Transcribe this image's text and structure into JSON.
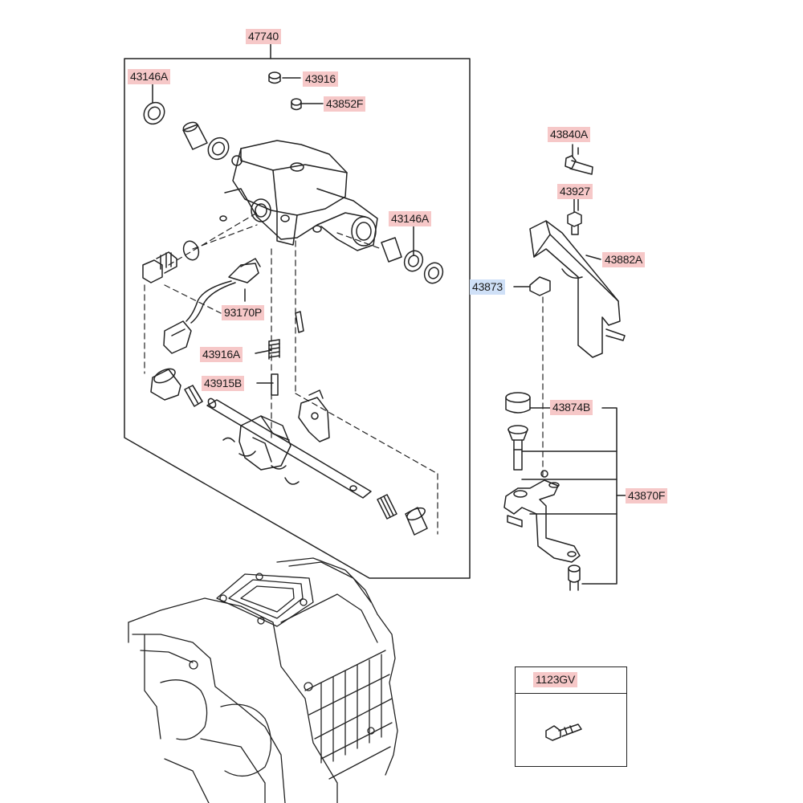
{
  "diagram": {
    "line_color": "#222222",
    "label_fill": "#f6c8c8",
    "label_fill_selected": "#cfe0f7",
    "labels": {
      "assembly_47740": "47740",
      "seal_43146A_top": "43146A",
      "nut_43916": "43916",
      "plug_43852F": "43852F",
      "seal_43146A_right": "43146A",
      "sensor_93170P": "93170P",
      "spring_43916A": "43916A",
      "pin_43915B": "43915B",
      "bolt_43840A": "43840A",
      "bolt_43927": "43927",
      "lever_43882A": "43882A",
      "part_43873": "43873",
      "bushing_43874B": "43874B",
      "lever_assy_43870F": "43870F",
      "bolt_1123GV": "1123GV"
    }
  }
}
